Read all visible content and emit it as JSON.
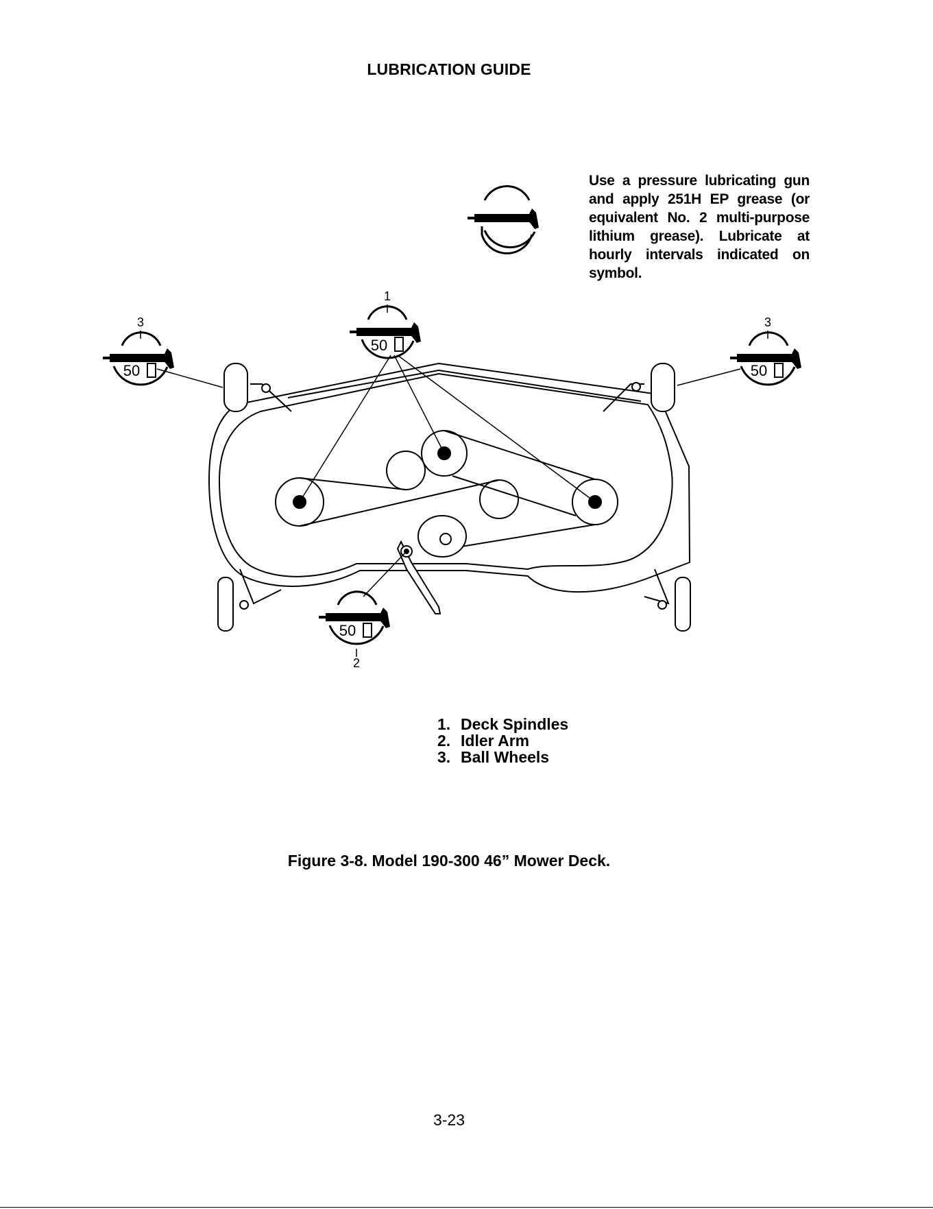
{
  "header": {
    "title": "LUBRICATION GUIDE"
  },
  "instructions": {
    "text": "Use a pressure lubricating gun and apply 251H EP grease (or equivalent No. 2 multi-purpose lithium grease). Lubricate at hourly intervals indicated on symbol."
  },
  "diagram": {
    "icons": {
      "grease_gun": "grease-gun-icon",
      "interval_dial": "clock-dial-icon"
    },
    "callouts": [
      {
        "number": "1",
        "interval": "50"
      },
      {
        "number": "2",
        "interval": "50"
      },
      {
        "number": "3",
        "interval": "50"
      },
      {
        "number": "3",
        "interval": "50"
      }
    ]
  },
  "legend": {
    "items": [
      {
        "number": "1.",
        "label": "Deck Spindles"
      },
      {
        "number": "2.",
        "label": "Idler Arm"
      },
      {
        "number": "3.",
        "label": "Ball Wheels"
      }
    ]
  },
  "caption": {
    "text": "Figure 3-8. Model 190-300  46” Mower Deck."
  },
  "footer": {
    "page_number": "3-23"
  }
}
